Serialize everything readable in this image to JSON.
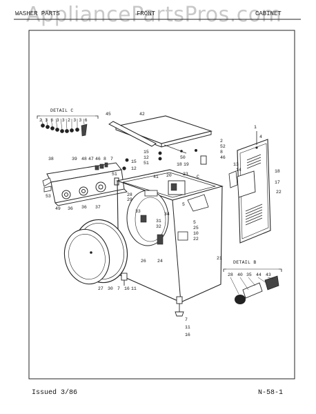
{
  "header": {
    "watermark": "AppliancePartsPros.com",
    "left_text": "WASHER PARTS",
    "center_text": "FRONT",
    "right_text": "CABINET"
  },
  "footer": {
    "issued": "Issued 3/86",
    "page_code": "N-58-1"
  },
  "diagram": {
    "detail_labels": [
      "DETAIL C",
      "DETAIL B"
    ],
    "detail_c_numbers": [
      "2",
      "3",
      "6",
      "3",
      "3",
      "2",
      "3",
      "3",
      "6"
    ],
    "detail_b_numbers": [
      "28",
      "40",
      "35",
      "44",
      "43"
    ],
    "part_numbers": {
      "top_lid": "42",
      "lid_strip": "45",
      "n15a": "15",
      "n12a": "12",
      "n51a": "51",
      "n50": "50",
      "n2a": "2",
      "n52": "52",
      "n8a": "8",
      "n46a": "46",
      "n18a": "18",
      "n19": "19",
      "n38": "38",
      "n39": "39",
      "n48": "48",
      "n47": "47",
      "n46b": "46",
      "n8b": "8",
      "n7a": "7",
      "n51b": "51",
      "n15b": "15",
      "n12b": "12",
      "n41": "41",
      "n20": "20",
      "n23": "23",
      "nC": "C",
      "n28": "28",
      "n29": "29",
      "n34": "34",
      "n5a": "5",
      "n33": "33",
      "n31": "31",
      "n32": "32",
      "n5b": "5",
      "n25": "25",
      "n10": "10",
      "n22a": "22",
      "n26": "26",
      "n24": "24",
      "n53": "53",
      "n49": "49",
      "n36a": "36",
      "n36b": "36",
      "n37": "37",
      "n27": "27",
      "n30": "30",
      "n7b": "7",
      "n16a": "16",
      "n11a": "11",
      "n21": "21",
      "n7c": "7",
      "n11b": "11",
      "n16b": "16",
      "n13": "13",
      "n14": "14",
      "n18b": "18",
      "n17": "17",
      "n22b": "22",
      "n1": "1",
      "n4": "4"
    }
  }
}
